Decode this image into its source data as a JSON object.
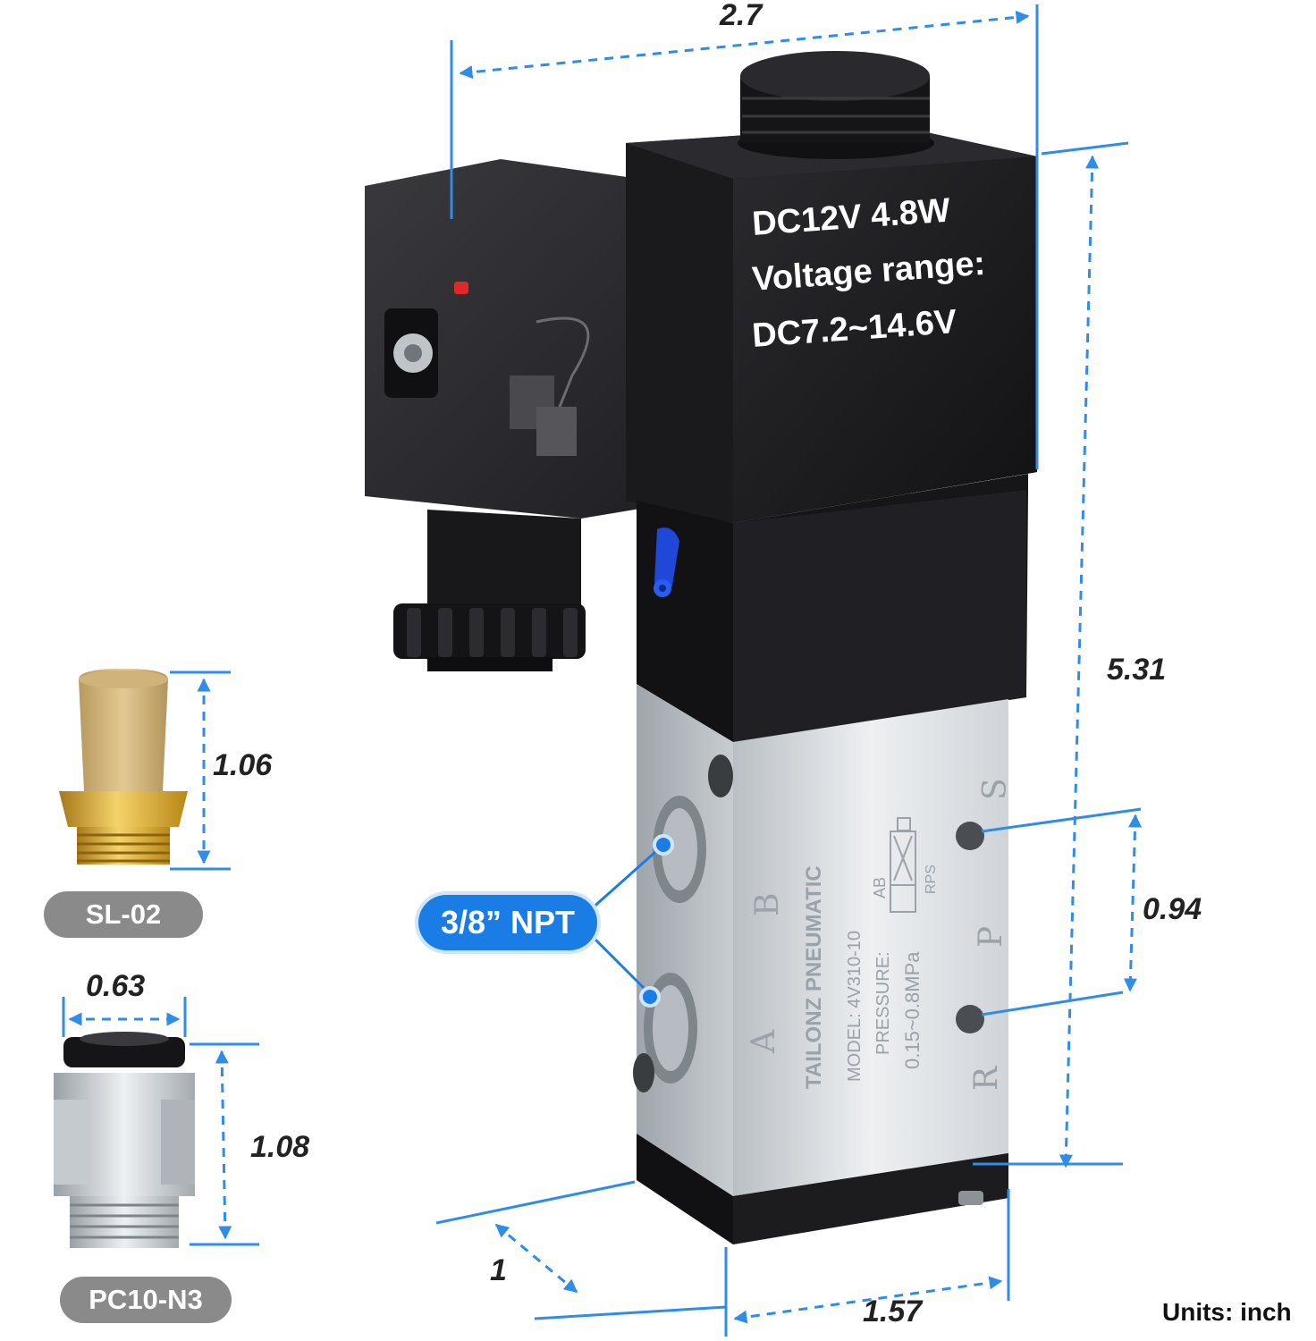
{
  "labels": {
    "width_top": "2.7",
    "height_right": "5.31",
    "port_spacing": "0.94",
    "base_depth": "1",
    "base_width": "1.57",
    "silencer_height": "1.06",
    "fitting_width": "0.63",
    "fitting_height": "1.08",
    "units": "Units: inch"
  },
  "coil_spec": {
    "line1": "DC12V 4.8W",
    "line2": "Voltage range:",
    "line3": "DC7.2~14.6V"
  },
  "port_callout": "3/8” NPT",
  "parts": {
    "silencer_name": "SL-02",
    "fitting_name": "PC10-N3"
  },
  "valve_marking": {
    "brand": "TAILONZ PNEUMATIC",
    "model": "MODEL: 4V310-10",
    "pressure_label": "PRESSURE:",
    "pressure_value": "0.15~0.8MPa",
    "symbol_top": "AB",
    "symbol_bottom": "RPS"
  },
  "port_letters": {
    "left_top": "B",
    "left_bottom": "A",
    "right_top": "S",
    "right_mid": "P",
    "right_bottom": "R"
  },
  "colors": {
    "dimension": "#2f8ce8",
    "callout": "#1a7de6",
    "pill": "#8a8a8a",
    "brass": "#d4a12a",
    "aluminum": "#d9dde0",
    "housing": "#1c1c1e"
  }
}
